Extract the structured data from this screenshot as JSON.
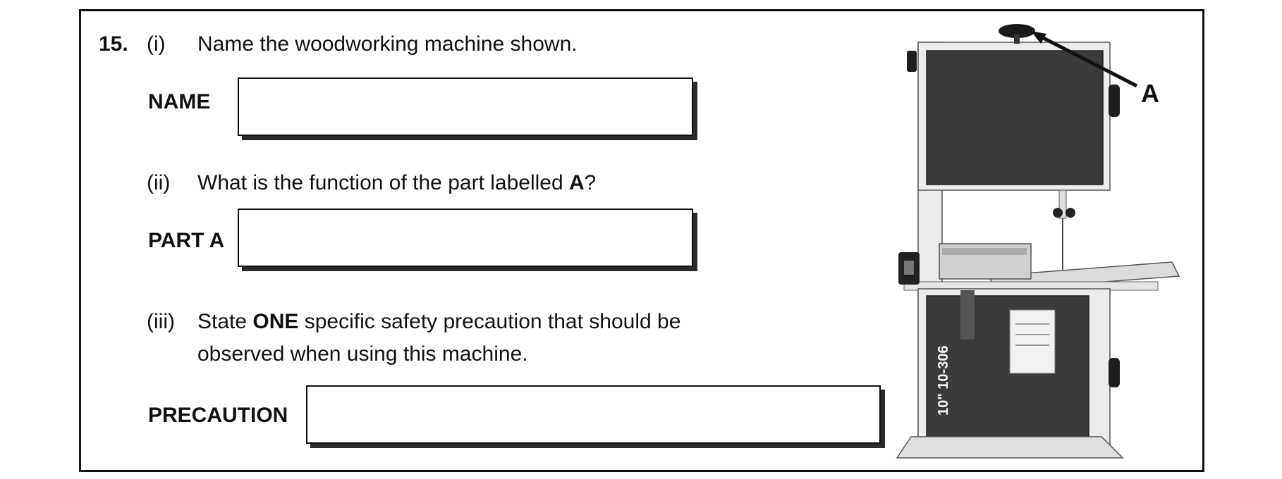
{
  "question": {
    "number": "15.",
    "part_i": {
      "roman": "(i)",
      "text": "Name the woodworking machine shown.",
      "answer_label": "NAME",
      "answer_value": ""
    },
    "part_ii": {
      "roman": "(ii)",
      "text_before": "What is the function of the part labelled ",
      "text_bold": "A",
      "text_after": "?",
      "answer_label": "PART A",
      "answer_value": ""
    },
    "part_iii": {
      "roman": "(iii)",
      "text_before": "State ",
      "text_bold": "ONE",
      "text_after": " specific safety precaution that should be",
      "text_line2": "observed when using this machine.",
      "answer_label": "PRECAUTION",
      "answer_value": ""
    }
  },
  "figure": {
    "part_label": "A",
    "model_text": "10\" 10-306",
    "colors": {
      "panel": "#3b3b3b",
      "frame": "#e9e9e9",
      "knob": "#1a1a1a"
    }
  }
}
